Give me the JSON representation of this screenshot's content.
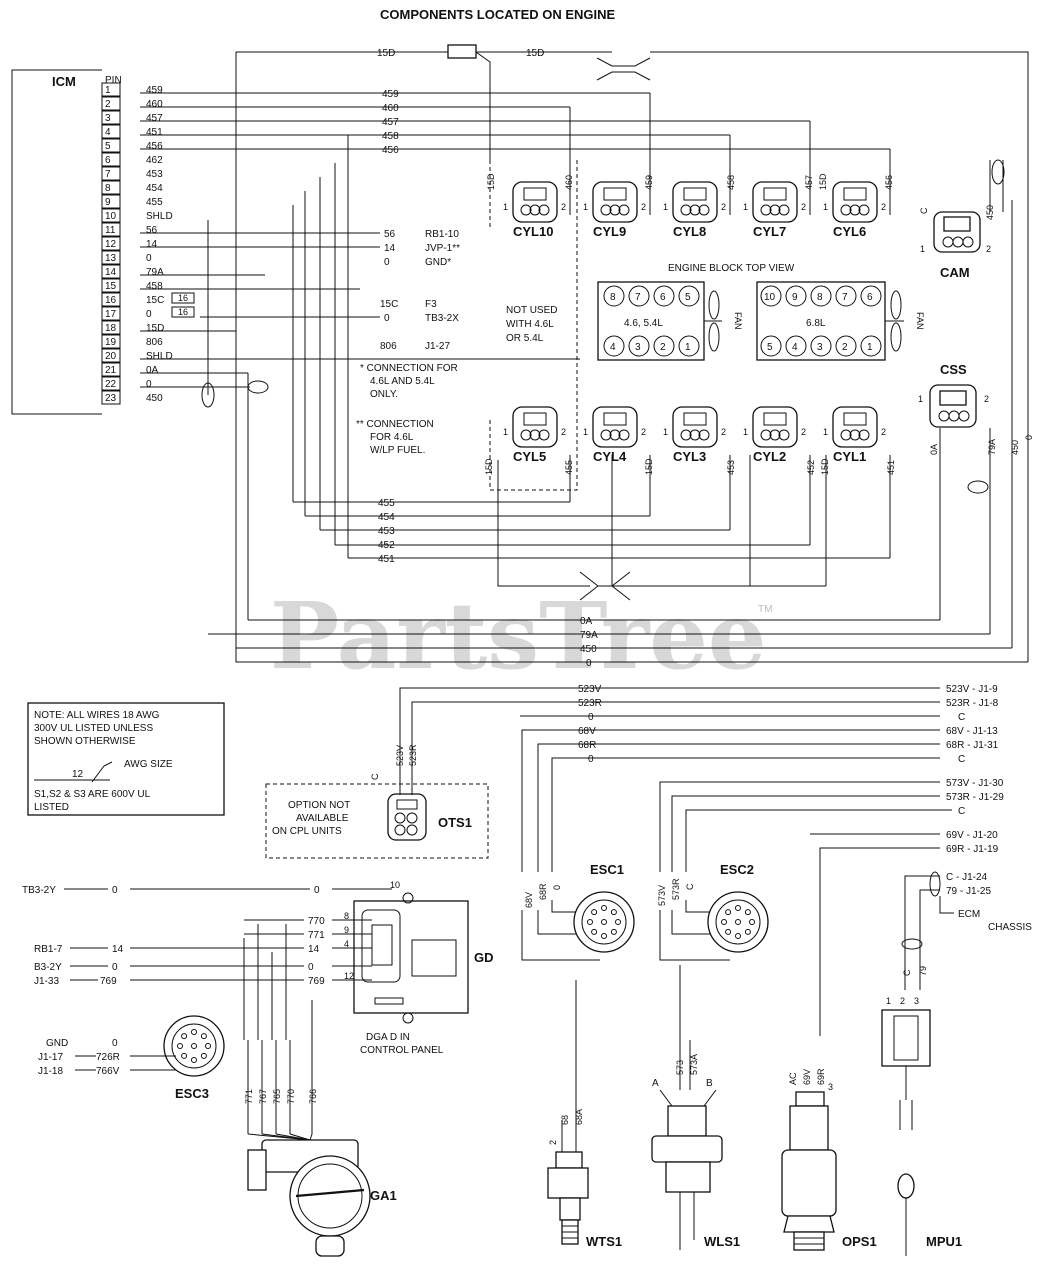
{
  "title": "COMPONENTS LOCATED ON ENGINE",
  "watermark": "PartsTree",
  "watermark_tm": "TM",
  "icm": {
    "label": "ICM",
    "pin_header": "PIN",
    "pins": [
      {
        "pin": "1",
        "wire": "459"
      },
      {
        "pin": "2",
        "wire": "460"
      },
      {
        "pin": "3",
        "wire": "457"
      },
      {
        "pin": "4",
        "wire": "451"
      },
      {
        "pin": "5",
        "wire": "456"
      },
      {
        "pin": "6",
        "wire": "462"
      },
      {
        "pin": "7",
        "wire": "453"
      },
      {
        "pin": "8",
        "wire": "454"
      },
      {
        "pin": "9",
        "wire": "455"
      },
      {
        "pin": "10",
        "wire": "SHLD"
      },
      {
        "pin": "11",
        "wire": "56"
      },
      {
        "pin": "12",
        "wire": "14"
      },
      {
        "pin": "13",
        "wire": "0"
      },
      {
        "pin": "14",
        "wire": "79A"
      },
      {
        "pin": "15",
        "wire": "458"
      },
      {
        "pin": "16",
        "wire": "15C"
      },
      {
        "pin": "17",
        "wire": "0"
      },
      {
        "pin": "18",
        "wire": "15D"
      },
      {
        "pin": "19",
        "wire": "806"
      },
      {
        "pin": "20",
        "wire": "SHLD"
      },
      {
        "pin": "21",
        "wire": "0A"
      },
      {
        "pin": "22",
        "wire": "0"
      },
      {
        "pin": "23",
        "wire": "450"
      }
    ]
  },
  "mid_labels": [
    {
      "id": "459",
      "text": "459"
    },
    {
      "id": "460",
      "text": "460"
    },
    {
      "id": "457",
      "text": "457"
    },
    {
      "id": "458",
      "text": "458"
    },
    {
      "id": "456",
      "text": "456"
    }
  ],
  "connections": [
    {
      "wire": "56",
      "dest": "RB1-10"
    },
    {
      "wire": "14",
      "dest": "JVP-1**"
    },
    {
      "wire": "0",
      "dest": "GND*"
    },
    {
      "wire": "15C",
      "dest": "F3"
    },
    {
      "wire": "0",
      "dest": "TB3-2X"
    },
    {
      "wire": "806",
      "dest": "J1-27"
    }
  ],
  "notes_engine": {
    "note1": "* CONNECTION FOR",
    "note1b": "4.6L AND 5.4L",
    "note1c": "ONLY.",
    "note2": "** CONNECTION",
    "note2b": "FOR 4.6L",
    "note2c": "W/LP FUEL."
  },
  "top_wire": {
    "left": "15D",
    "right": "15D"
  },
  "cylinders_top": [
    {
      "name": "CYL10",
      "wire": "15D",
      "wire2": "460"
    },
    {
      "name": "CYL9",
      "wire": "459"
    },
    {
      "name": "CYL8",
      "wire": "458"
    },
    {
      "name": "CYL7",
      "wire": "457",
      "wire2": "15D"
    },
    {
      "name": "CYL6",
      "wire": "456"
    }
  ],
  "cylinders_bottom": [
    {
      "name": "CYL5",
      "wire": "15D",
      "wire2": "455"
    },
    {
      "name": "CYL4",
      "wire": "15D"
    },
    {
      "name": "CYL3",
      "wire": "453"
    },
    {
      "name": "CYL2",
      "wire": "452",
      "wire2": "15D"
    },
    {
      "name": "CYL1",
      "wire": "451"
    }
  ],
  "engine_block": {
    "label": "ENGINE BLOCK TOP VIEW",
    "not_used": "NOT USED",
    "not_used2": "WITH 4.6L",
    "not_used3": "OR 5.4L",
    "v8_label": "4.6, 5.4L",
    "v10_label": "6.8L",
    "fan": "FAN",
    "v8_top": [
      "8",
      "7",
      "6",
      "5"
    ],
    "v8_bottom": [
      "4",
      "3",
      "2",
      "1"
    ],
    "v10_top": [
      "10",
      "9",
      "8",
      "7",
      "6"
    ],
    "v10_bottom": [
      "5",
      "4",
      "3",
      "2",
      "1"
    ]
  },
  "cam": {
    "name": "CAM",
    "wire1": "C",
    "wire2": "450"
  },
  "css": {
    "name": "CSS",
    "wire1": "0A",
    "wire2": "79A",
    "wire3": "450",
    "wire4": "0"
  },
  "bottom_wires": [
    {
      "id": "455",
      "text": "455"
    },
    {
      "id": "454",
      "text": "454"
    },
    {
      "id": "453",
      "text": "453"
    },
    {
      "id": "452",
      "text": "452"
    },
    {
      "id": "451",
      "text": "451"
    }
  ],
  "right_wires": [
    {
      "text": "0A"
    },
    {
      "text": "79A"
    },
    {
      "text": "450"
    },
    {
      "text": "0"
    }
  ],
  "wire_note": {
    "line1": "NOTE: ALL WIRES 18 AWG",
    "line2": "300V UL LISTED UNLESS",
    "line3": "SHOWN OTHERWISE",
    "awg_num": "12",
    "awg_label": "AWG SIZE",
    "line4": "S1,S2 & S3 ARE 600V UL",
    "line5": "LISTED"
  },
  "ots1": {
    "name": "OTS1",
    "option1": "OPTION NOT",
    "option2": "AVAILABLE",
    "option3": "ON CPL UNITS",
    "w1": "C",
    "w2": "523V",
    "w3": "523R"
  },
  "right_conn": [
    {
      "wire": "523V",
      "dest": "523V - J1-9"
    },
    {
      "wire": "523R",
      "dest": "523R - J1-8"
    },
    {
      "wire": "0",
      "dest": "C"
    },
    {
      "wire": "68V",
      "dest": "68V - J1-13"
    },
    {
      "wire": "68R",
      "dest": "68R - J1-31"
    },
    {
      "wire": "0",
      "dest": "C"
    },
    {
      "wire": "",
      "dest": "573V - J1-30"
    },
    {
      "wire": "",
      "dest": "573R - J1-29"
    },
    {
      "wire": "",
      "dest": "C"
    },
    {
      "wire": "",
      "dest": "69V - J1-20"
    },
    {
      "wire": "",
      "dest": "69R - J1-19"
    },
    {
      "wire": "",
      "dest": "C - J1-24"
    },
    {
      "wire": "",
      "dest": "79 - J1-25"
    },
    {
      "wire": "",
      "dest": "ECM"
    },
    {
      "wire": "",
      "dest": "CHASSIS"
    }
  ],
  "esc1": {
    "name": "ESC1",
    "w1": "68V",
    "w2": "68R",
    "w3": "0"
  },
  "esc2": {
    "name": "ESC2",
    "w1": "573V",
    "w2": "573R",
    "w3": "C"
  },
  "esc3": {
    "name": "ESC3",
    "rows": [
      {
        "left": "GND",
        "right": "0"
      },
      {
        "left": "J1-17",
        "right": "726R"
      },
      {
        "left": "J1-18",
        "right": "766V"
      }
    ]
  },
  "gd": {
    "name": "GD",
    "caption1": "DGA  D IN",
    "caption2": "CONTROL PANEL",
    "rows": [
      {
        "left": "TB3-2Y",
        "lw": "0",
        "rw": "0",
        "pin": "10"
      },
      {
        "left": "",
        "lw": "",
        "rw": "770",
        "pin": "8"
      },
      {
        "left": "",
        "lw": "",
        "rw": "771",
        "pin": "9"
      },
      {
        "left": "RB1-7",
        "lw": "14",
        "rw": "14",
        "pin": "4"
      },
      {
        "left": "B3-2Y",
        "lw": "0",
        "rw": "0",
        "pin": ""
      },
      {
        "left": "J1-33",
        "lw": "769",
        "rw": "769",
        "pin": "12"
      }
    ]
  },
  "ga1": {
    "name": "GA1",
    "wires": [
      "771",
      "767",
      "765",
      "770",
      "766"
    ]
  },
  "wts1": {
    "name": "WTS1",
    "w1": "2",
    "w2": "68",
    "w3": "68A"
  },
  "wls1": {
    "name": "WLS1",
    "a": "A",
    "b": "B",
    "w1": "573",
    "w2": "573A"
  },
  "ops1": {
    "name": "OPS1",
    "w1": "AC",
    "w2": "69V",
    "w3": "69R",
    "pin": "3"
  },
  "mpu1": {
    "name": "MPU1",
    "w1": "C",
    "w2": "79",
    "p1": "1",
    "p2": "2",
    "p3": "3"
  }
}
